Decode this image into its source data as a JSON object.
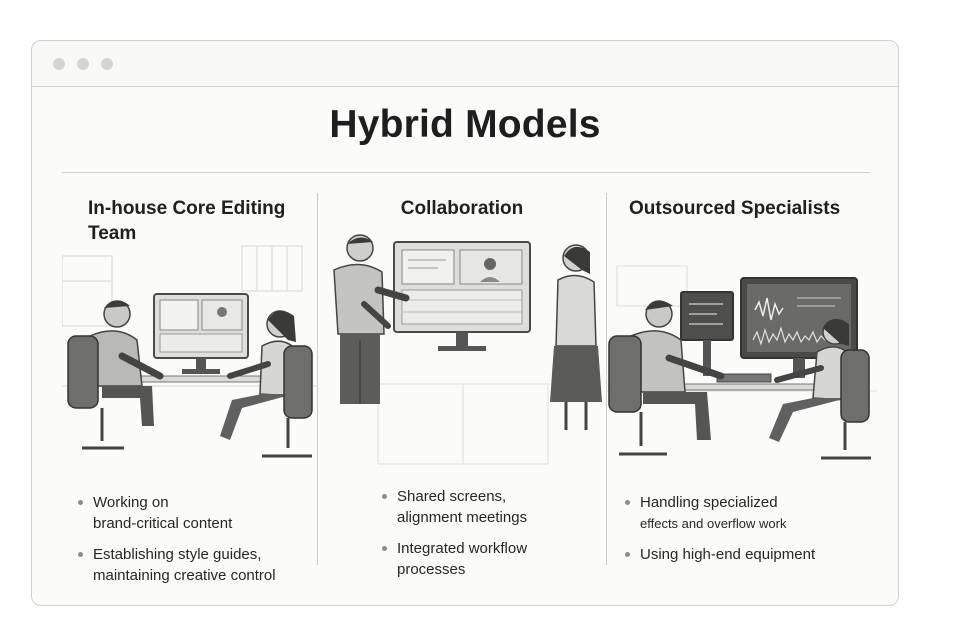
{
  "page": {
    "title": "Hybrid Models"
  },
  "columns": [
    {
      "title": "In-house Core Editing Team",
      "bullets": [
        {
          "line1": "Working on",
          "line2": "brand-critical content"
        },
        {
          "line1": "Establishing style guides,",
          "line2": "maintaining creative control"
        }
      ],
      "illustration": "two-editors-at-shared-monitor"
    },
    {
      "title": "Collaboration",
      "bullets": [
        {
          "line1": "Shared screens,",
          "line2": "alignment meetings"
        },
        {
          "line1": "Integrated workflow",
          "line2": "processes"
        }
      ],
      "illustration": "two-people-discussing-at-screen"
    },
    {
      "title": "Outsourced Specialists",
      "bullets": [
        {
          "line1": "Handling specialized",
          "line2": "effects and overflow work"
        },
        {
          "line1": "Using high-end equipment",
          "line2": ""
        }
      ],
      "illustration": "specialists-at-multi-monitor-workstation"
    }
  ],
  "colors": {
    "text": "#1f1f1f",
    "border": "#cfcfcc",
    "illustration_gray": "#6f6f6c",
    "background": "#fbfbf9"
  }
}
